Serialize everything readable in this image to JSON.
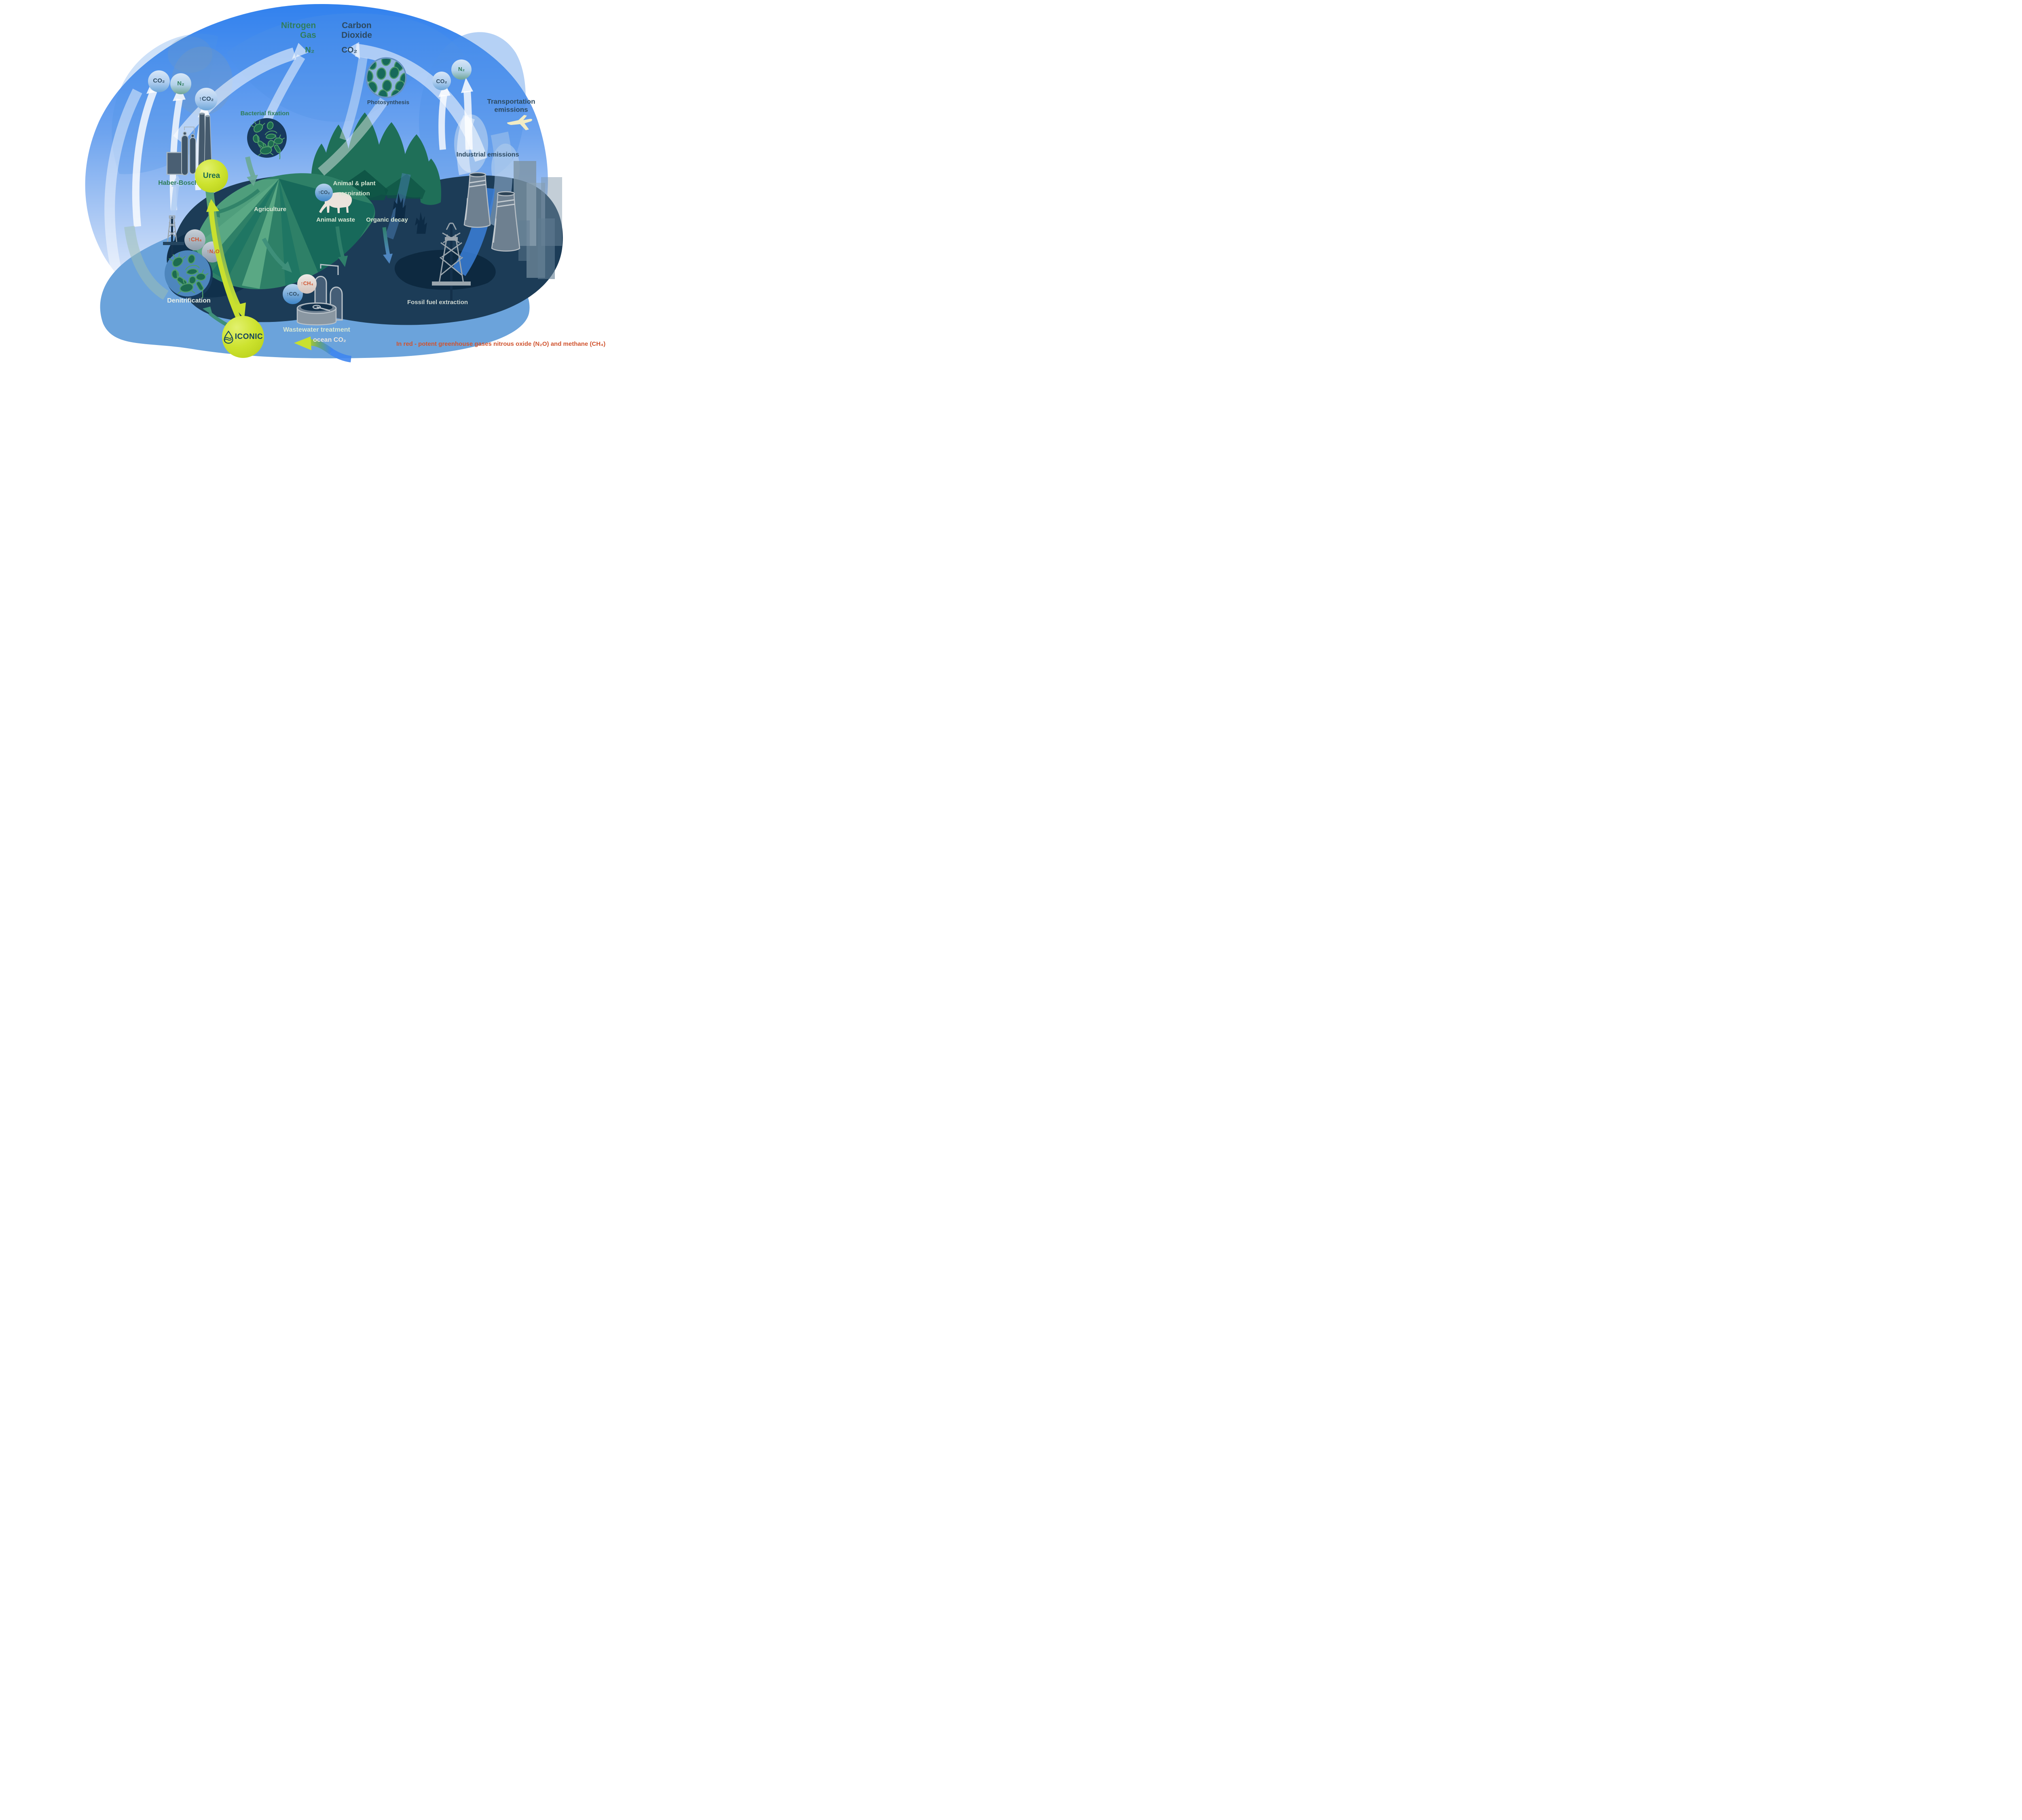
{
  "colors": {
    "accent_chartreuse": "#c9e02f",
    "brand_navy": "#14425f",
    "label_green": "#2f7d5b",
    "label_slate": "#2c4960",
    "label_pale_green": "#d8e7d3",
    "warning_red": "#d0532e",
    "sky_blue": "#3181ee",
    "ocean_blue": "#6ba3db",
    "ground_navy": "#1c3c57"
  },
  "atmosphere": {
    "nitrogen_line1": "Nitrogen",
    "nitrogen_line2": "Gas",
    "nitrogen_formula": "N₂",
    "carbon_line1": "Carbon",
    "carbon_line2": "Dioxide",
    "carbon_formula": "CO₂"
  },
  "bubbles": {
    "left_co2": "CO₂",
    "left_n2": "N₂",
    "left_up_co2": "↑CO₂",
    "right_co2": "CO₂",
    "right_n2": "N₂",
    "soil_ch4": "↑CH₄",
    "soil_n2o": "↑N₂O",
    "respiration_co2": "↑CO₂",
    "wastewater_co2": "↑CO₂",
    "wastewater_ch4": "↑CH₄"
  },
  "labels": {
    "bacterial_fixation": "Bacterial fixation",
    "photosynthesis": "Photosynthesis",
    "transportation_line1": "Transportation",
    "transportation_line2": "emissions",
    "industrial_emissions": "Industrial emissions",
    "haber_bosch": "Haber-Bosch",
    "urea": "Urea",
    "agriculture": "Agriculture",
    "respiration_line1": "Animal & plant",
    "respiration_line2": "respiration",
    "animal_waste": "Animal waste",
    "organic_decay": "Organic decay",
    "denitrification": "Denitrification",
    "wastewater_treatment": "Wastewater treatment",
    "fossil_fuel": "Fossil fuel extraction",
    "ocean_co2": "ocean CO₂"
  },
  "brand": {
    "name": "ICONIC"
  },
  "caption": "In red - potent greenhouse gases nitrous oxide (N₂O) and methane (CH₄)"
}
